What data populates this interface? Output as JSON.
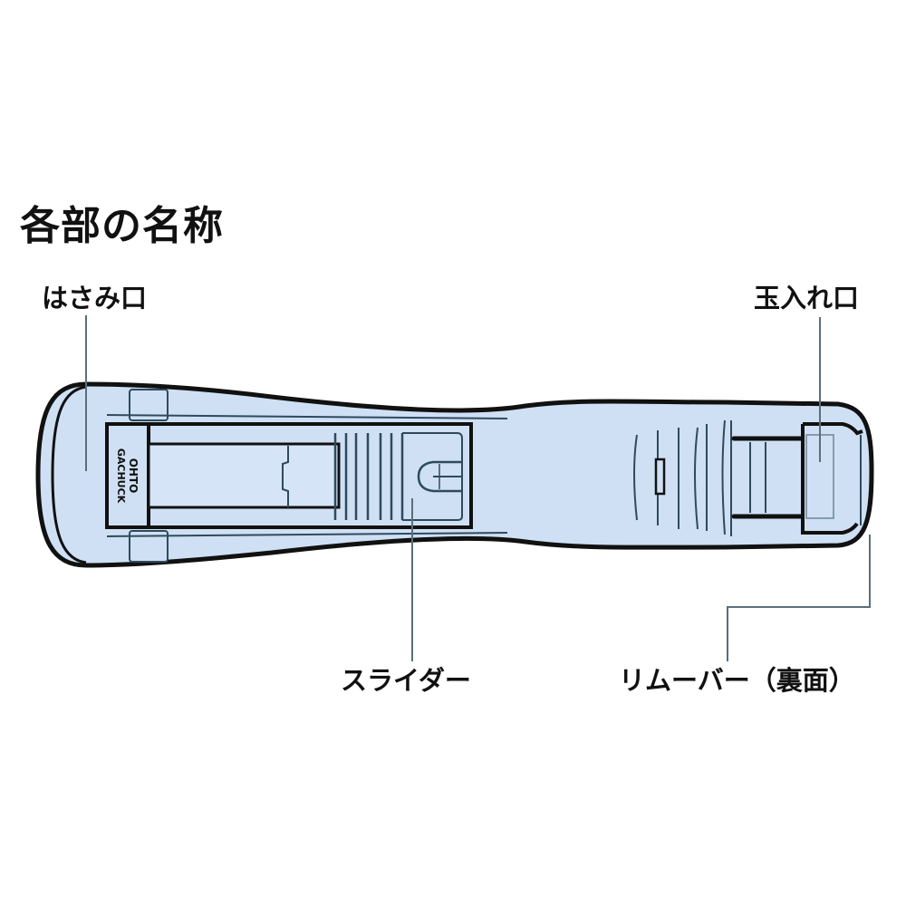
{
  "title": "各部の名称",
  "labels": {
    "hasami_guchi": "はさみ口",
    "tama_ire_guchi": "玉入れ口",
    "slider": "スライダー",
    "remover": "リムーバー（裏面）"
  },
  "device": {
    "brand_line1": "GACHUCK",
    "brand_line2": "OHTO"
  },
  "colors": {
    "body_fill": "#cfe0f4",
    "outline": "#111111",
    "leader_line": "#5b6f7a",
    "detail_line": "#2f4a5c"
  }
}
